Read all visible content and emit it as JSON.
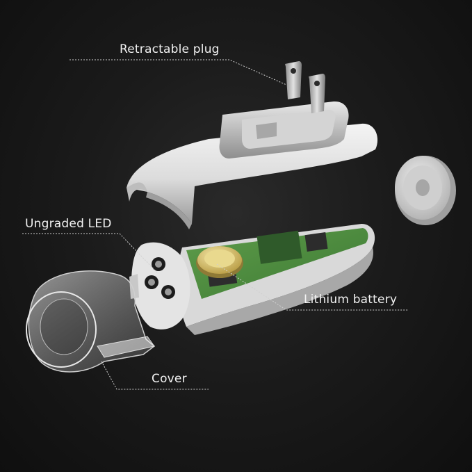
{
  "labels": {
    "retractable_plug": "Retractable plug",
    "ungraded_led": "Ungraded LED",
    "lithium_battery": "Lithium battery",
    "cover": "Cover"
  },
  "colors": {
    "background": "#1a1a1a",
    "housing": "#e6e6e6",
    "pcb": "#4a8a3c",
    "battery": "#d8c070",
    "leader_line": "#d0d0d0"
  }
}
